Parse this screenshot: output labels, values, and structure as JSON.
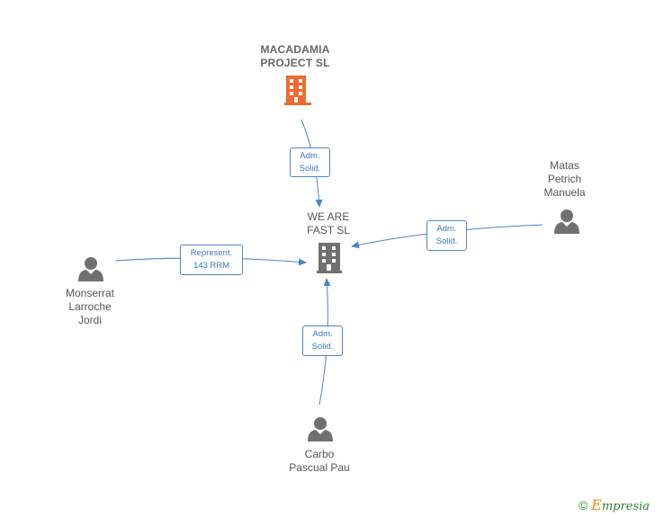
{
  "nodes": {
    "macadamia": {
      "label": "MACADAMIA\nPROJECT  SL",
      "icon": "building-icon",
      "color": "#f06a32"
    },
    "we_are_fast": {
      "label": "WE ARE\nFAST  SL",
      "icon": "building-icon",
      "color": "#707070"
    },
    "matas": {
      "label": "Matas\nPetrich\nManuela",
      "icon": "person-icon",
      "color": "#707070"
    },
    "monserrat": {
      "label": "Monserrat\nLarroche\nJordi",
      "icon": "person-icon",
      "color": "#707070"
    },
    "carbo": {
      "label": "Carbo\nPascual Pau",
      "icon": "person-icon",
      "color": "#707070"
    }
  },
  "edges": {
    "macadamia_to_center": "Adm.\nSolid.",
    "matas_to_center": "Adm.\nSolid.",
    "monserrat_to_center": "Represent.\n143 RRM",
    "carbo_to_center": "Adm.\nSolid."
  },
  "colors": {
    "edge": "#4a86c8",
    "accent": "#f06a32"
  },
  "footer": {
    "copyright": "©",
    "brand_e": "E",
    "brand_rest": "mpresia"
  }
}
